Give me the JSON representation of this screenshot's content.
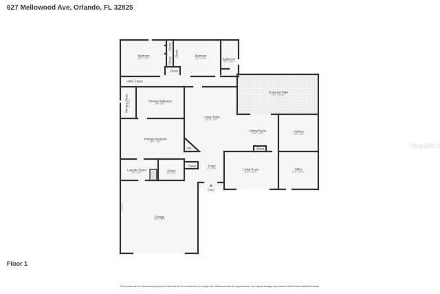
{
  "header": {
    "address": "627 Mellowood Ave, Orlando, FL 32825"
  },
  "floor_label": "Floor 1",
  "disclaimer": "Floor plans are for informational purposes only and not for construction or design use. Measurements are approximate, and square footage may include finished and unfinished areas.",
  "watermark": "StellarMLS",
  "rooms": [
    {
      "name": "Bedroom",
      "dims": "10'0\" x 9'10\""
    },
    {
      "name": "Closet",
      "dims": ""
    },
    {
      "name": "Closet",
      "dims": ""
    },
    {
      "name": "Closet",
      "dims": ""
    },
    {
      "name": "Closet",
      "dims": ""
    },
    {
      "name": "Bedroom",
      "dims": "11'3\" x 9'10\""
    },
    {
      "name": "Bathroom",
      "dims": "8'7\" x 13'2\""
    },
    {
      "name": "Utility Closet",
      "dims": ""
    },
    {
      "name": "Primary Closet",
      "dims": "6'1\" x 8'2\""
    },
    {
      "name": "Primary Bathroom",
      "dims": "14'0\" x 9'2\""
    },
    {
      "name": "Screened Patio",
      "dims": "20'7\" x 11'10\""
    },
    {
      "name": "Living Room",
      "dims": "16'1\" x 18'7\""
    },
    {
      "name": "Dining Room",
      "dims": "11'6\" x 14'0\""
    },
    {
      "name": "Kitchen",
      "dims": "11'6\" x 10'0\""
    },
    {
      "name": "Primary Bedroom",
      "dims": "16'8\" x 12'9\""
    },
    {
      "name": "Fire",
      "dims": ""
    },
    {
      "name": "Closet",
      "dims": ""
    },
    {
      "name": "Laundry Room",
      "dims": "10'7\" x 5'6\""
    },
    {
      "name": "Closet",
      "dims": "7'0\" x 5'6\""
    },
    {
      "name": "Closet",
      "dims": ""
    },
    {
      "name": "Foyer",
      "dims": "7'2\" x 8'10\""
    },
    {
      "name": "Living Room",
      "dims": "15'6\" x 10'10\""
    },
    {
      "name": "Office",
      "dims": "11'3\" x 10'10\""
    },
    {
      "name": "Entry",
      "dims": ""
    },
    {
      "name": "Garage",
      "dims": "22'4\" x 20'3\""
    }
  ]
}
